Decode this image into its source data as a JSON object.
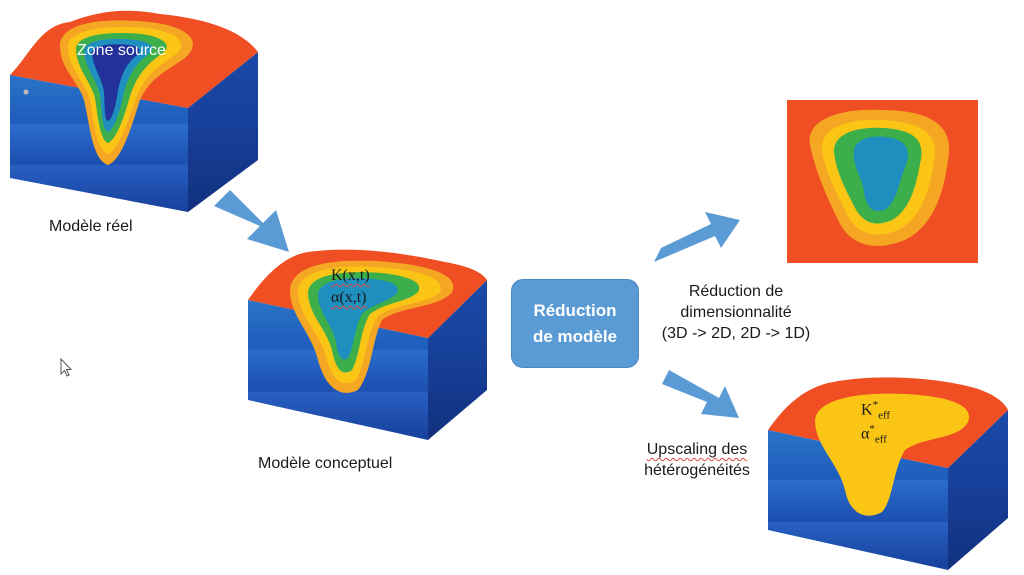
{
  "real_model": {
    "source_label": "Zone source",
    "caption": "Modèle réel"
  },
  "conceptual_model": {
    "param1": "K(x,t)",
    "param2": "α(x,t)",
    "caption": "Modèle conceptuel"
  },
  "reduction_box": {
    "line1": "Réduction",
    "line2": "de modèle"
  },
  "dim_reduction": {
    "line1": "Réduction de",
    "line2": "dimensionnalité",
    "line3": "(3D -> 2D, 2D -> 1D)"
  },
  "upscaling": {
    "line1": "Upscaling des",
    "line2": "hétérogénéités",
    "k_base": "K",
    "alpha_base": "α",
    "sup": "*",
    "sub": "eff"
  },
  "colors": {
    "top_red": "#f04e23",
    "orange": "#f5a623",
    "yellow": "#fbc515",
    "green": "#3daf4a",
    "teal": "#1f8fc0",
    "dark_blue": "#22329a",
    "side_blue": "#1c56b2",
    "arrow_blue": "#5b9bd5",
    "box_blue": "#5b9bd5"
  }
}
